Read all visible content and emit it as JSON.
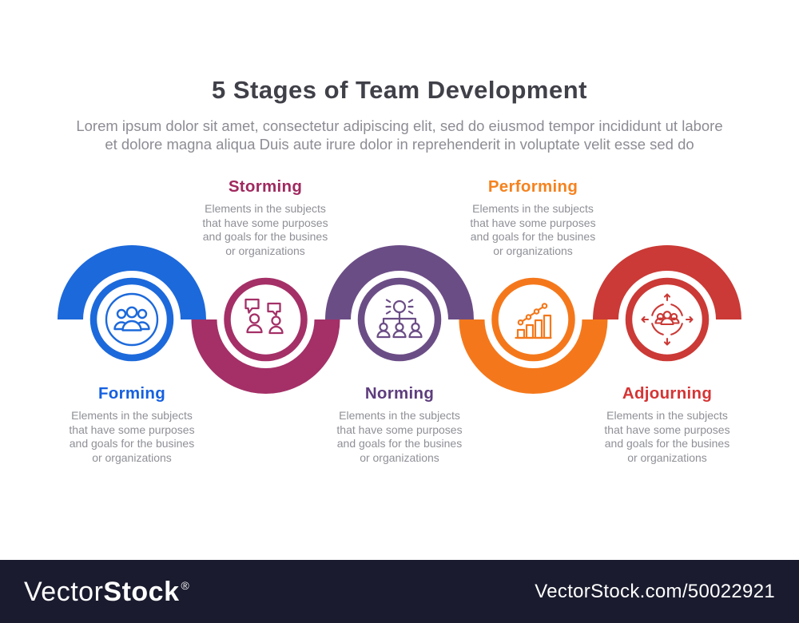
{
  "title": "5 Stages of Team Development",
  "subtitle": "Lorem ipsum dolor sit amet, consectetur adipiscing elit, sed do eiusmod tempor incididunt ut labore\net dolore magna aliqua Duis aute irure dolor in reprehenderit in voluptate velit esse sed do",
  "stages": [
    {
      "name": "Forming",
      "label_position": "below-circle",
      "text_color": "#1560E0",
      "arc_color": "#1C69DB",
      "icon": "team-group-icon",
      "description": "Elements in the subjects\nthat have some purposes\nand goals for the  busines\nor organizations"
    },
    {
      "name": "Storming",
      "label_position": "above-circle",
      "text_color": "#A0295F",
      "arc_color": "#A43067",
      "icon": "conversation-people-icon",
      "description": "Elements in the subjects\nthat have some purposes\nand goals for the  busines\nor organizations"
    },
    {
      "name": "Norming",
      "label_position": "below-circle",
      "text_color": "#5E3D7D",
      "arc_color": "#6B4D86",
      "icon": "org-hierarchy-icon",
      "description": "Elements in the subjects\nthat have some purposes\nand goals for the  busines\nor organizations"
    },
    {
      "name": "Performing",
      "label_position": "above-circle",
      "text_color": "#F5821E",
      "arc_color": "#F4781B",
      "icon": "growth-bar-chart-icon",
      "description": "Elements in the subjects\nthat have some purposes\nand goals for the  busines\nor organizations"
    },
    {
      "name": "Adjourning",
      "label_position": "below-circle",
      "text_color": "#D63434",
      "arc_color": "#CB3A36",
      "icon": "disperse-arrows-icon",
      "description": "Elements in the subjects\nthat have some purposes\nand goals for the  busines\nor organizations"
    }
  ],
  "footer": {
    "brand_regular": "Vector",
    "brand_bold": "Stock",
    "registered_mark": "®",
    "url": "VectorStock.com/50022921",
    "bar_color": "#1A1B2E"
  }
}
